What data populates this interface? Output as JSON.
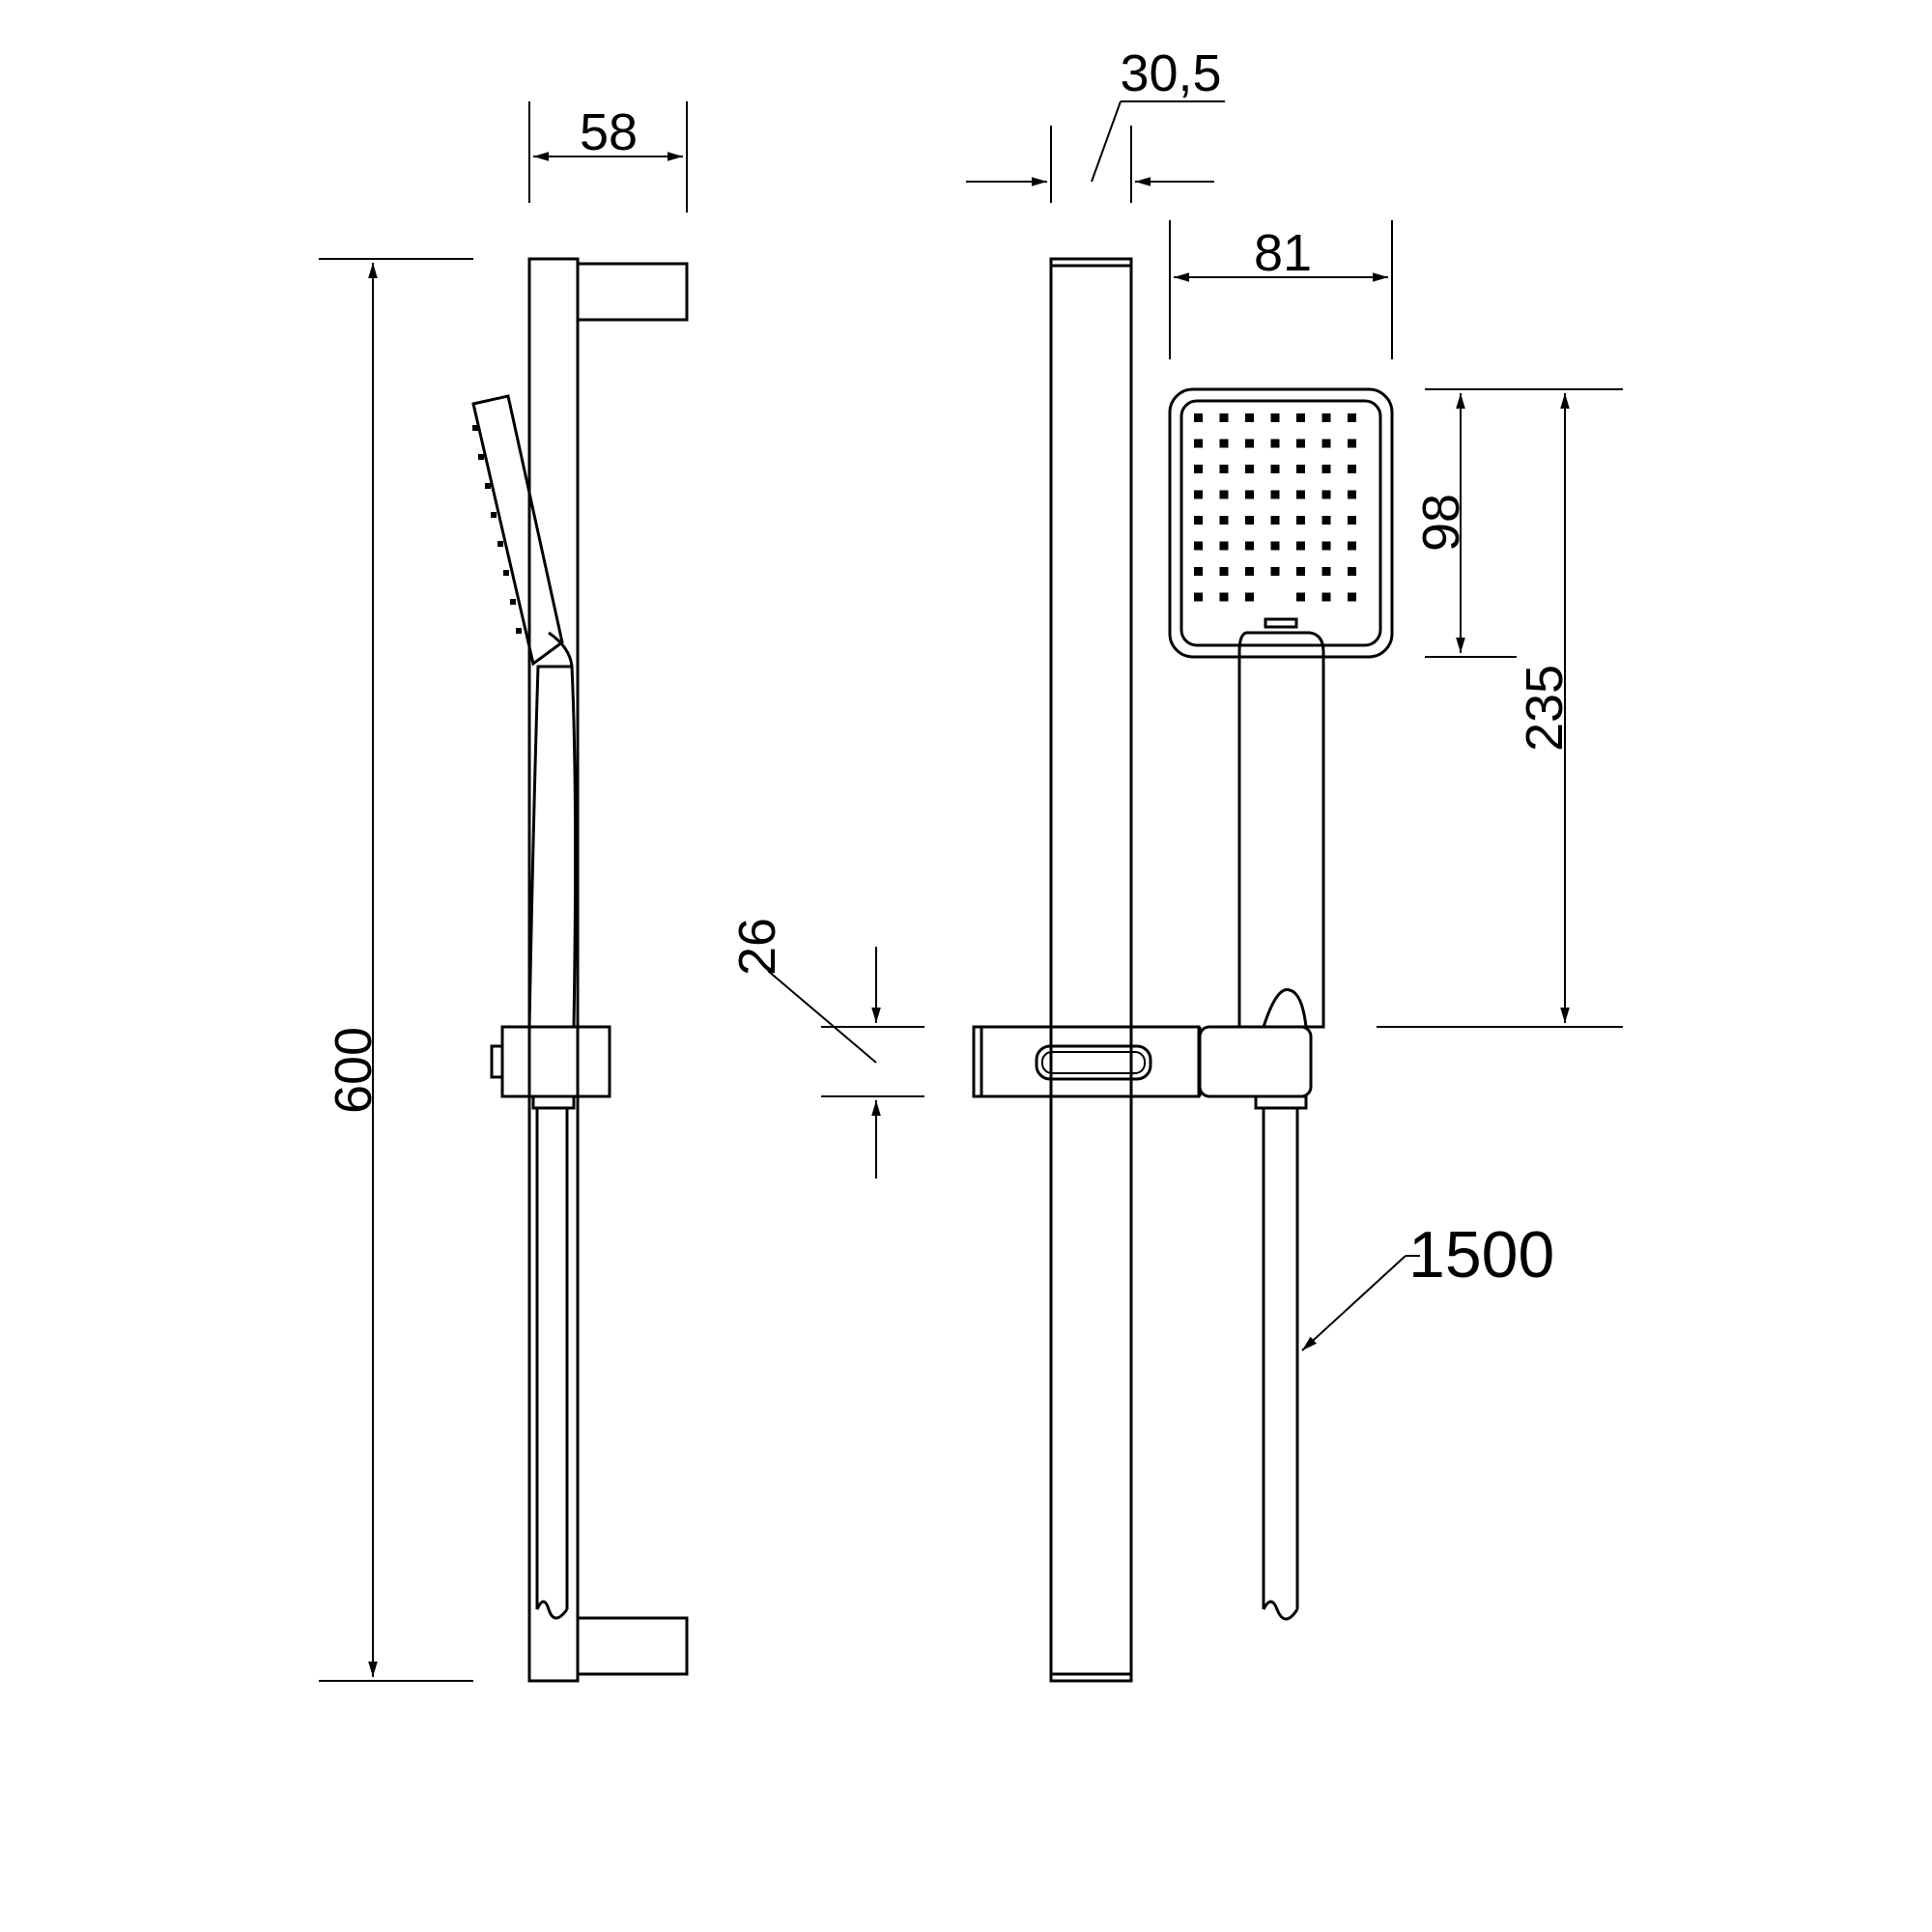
{
  "dimensions": {
    "rail_length": "600",
    "bracket_projection": "58",
    "rail_width": "30,5",
    "head_width": "81",
    "face_height": "98",
    "handset_length": "235",
    "slider_height": "26",
    "hose_length": "1500"
  },
  "colors": {
    "line": "#000000",
    "background": "#ffffff"
  }
}
